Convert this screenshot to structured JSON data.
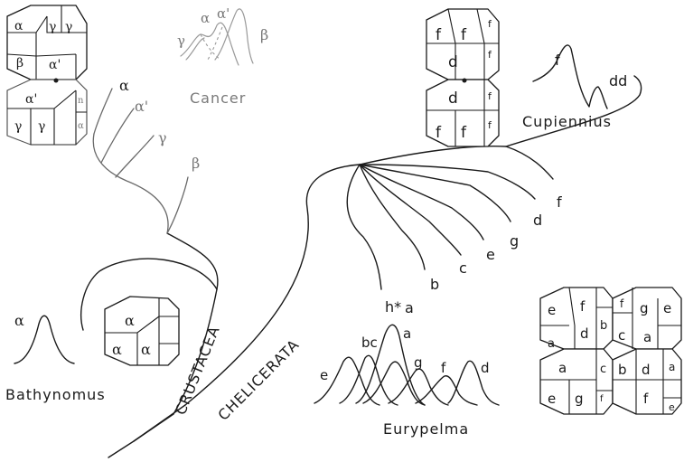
{
  "taxa": {
    "cancer": "Cancer",
    "cupiennius": "Cupiennius",
    "bathynomus": "Bathynomus",
    "eurypelma": "Eurypelma",
    "crustacea": "CRUSTACEA",
    "chelicerata": "CHELICERATA"
  },
  "crustacea_branches": [
    "α",
    "α'",
    "γ",
    "β"
  ],
  "cancer_peaks": [
    "γ",
    "α",
    "α'",
    "β"
  ],
  "bathynomus_peak": "α",
  "cupiennius_peaks": [
    "f",
    "dd"
  ],
  "chelicerata_branches": [
    "h*",
    "a",
    "b",
    "c",
    "e",
    "g",
    "d",
    "f"
  ],
  "eurypelma_peaks": [
    "bc",
    "a",
    "g",
    "e",
    "f",
    "d"
  ],
  "hexamer_labels": {
    "cancer_top": [
      "α",
      "γ",
      "γ",
      "β",
      "α'"
    ],
    "cancer_bottom": [
      "α'",
      "n",
      "γ",
      "γ",
      "α"
    ],
    "bathynomus": [
      "α",
      "α",
      "α"
    ],
    "cupiennius_top": [
      "f",
      "f",
      "d",
      "f",
      "f"
    ],
    "cupiennius_bottom": [
      "d",
      "f",
      "f",
      "f",
      "f"
    ],
    "eurypelma_left": [
      "e",
      "f",
      "d",
      "b",
      "a",
      "a",
      "c",
      "e",
      "g",
      "f"
    ],
    "eurypelma_right": [
      "f",
      "g",
      "e",
      "c",
      "a",
      "b",
      "d",
      "a",
      "f",
      "e"
    ]
  }
}
